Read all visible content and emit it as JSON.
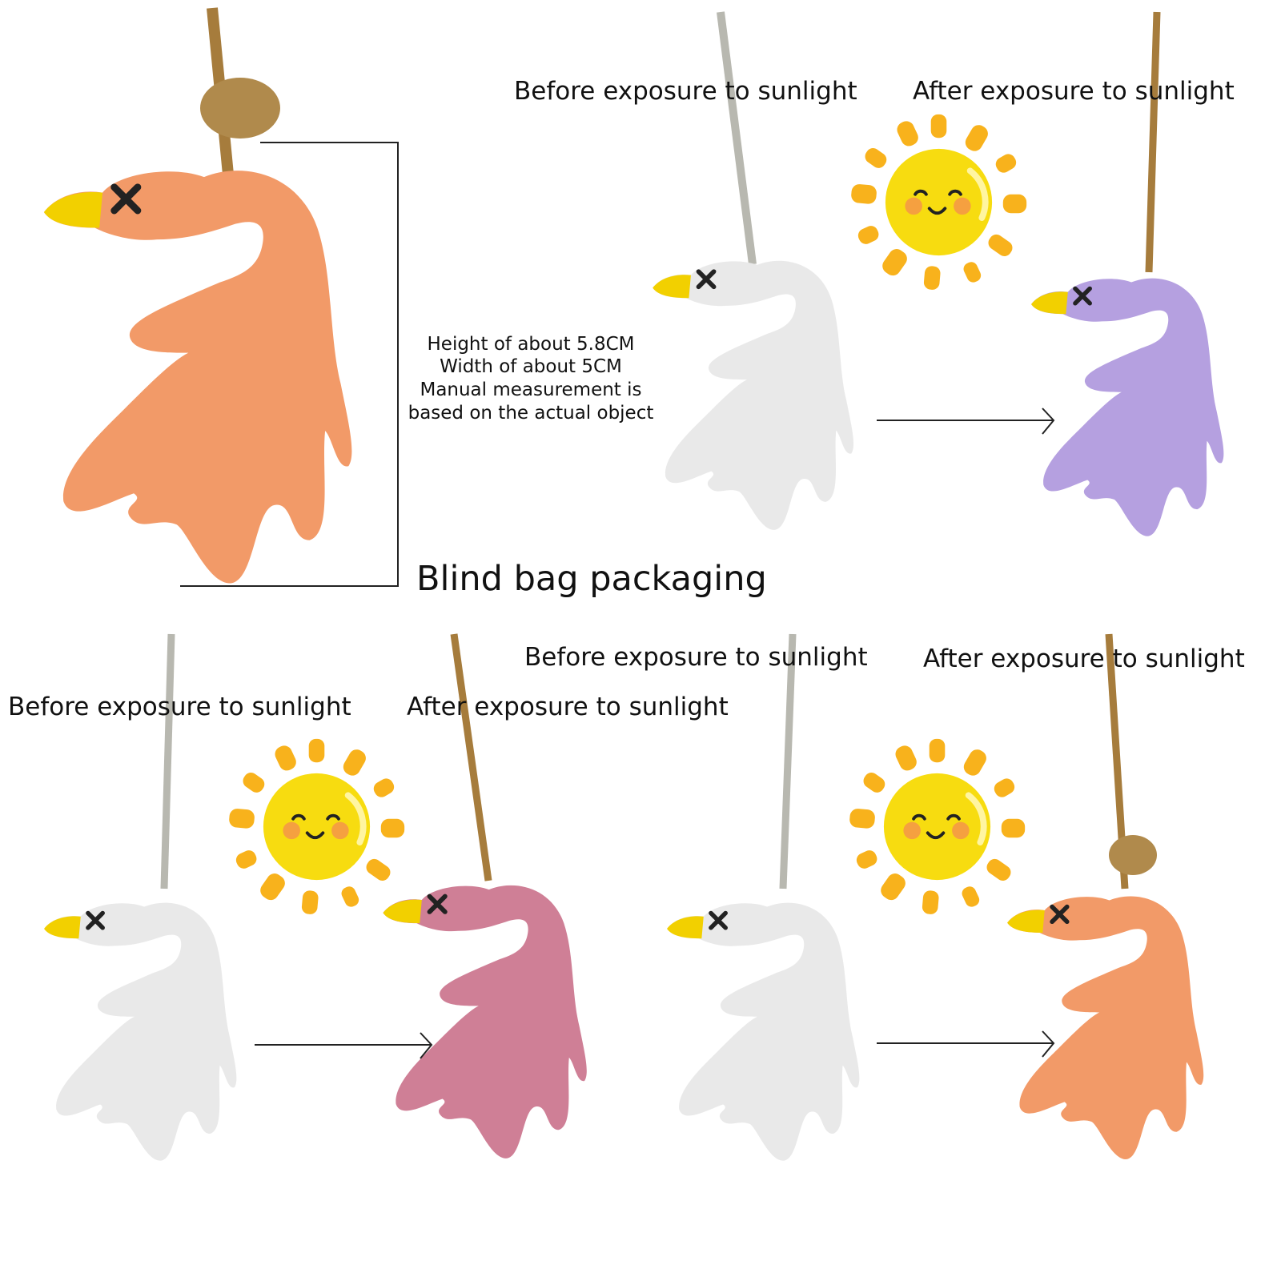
{
  "top": {
    "dimensions": [
      "Height of about 5.8CM",
      "Width of about 5CM",
      "Manual measurement is",
      "based on the actual object"
    ],
    "before_label": "Before exposure to sunlight",
    "after_label": "After exposure to sunlight",
    "packaging_label": "Blind bag packaging"
  },
  "bottom_left": {
    "before_label": "Before exposure to sunlight",
    "after_label": "After exposure to sunlight"
  },
  "bottom_right": {
    "before_label": "Before exposure to sunlight",
    "after_label": "After exposure to sunlight"
  },
  "colors": {
    "orange": "#f29a68",
    "white": "#e9e9e9",
    "purple": "#b5a0e0",
    "pink": "#cf7f96",
    "beak": "#f2d000",
    "sun": "#f7dc10",
    "ray": "#f8b21c",
    "rope_jute": "#a67c3c",
    "rope_gray": "#b8b8b0"
  }
}
